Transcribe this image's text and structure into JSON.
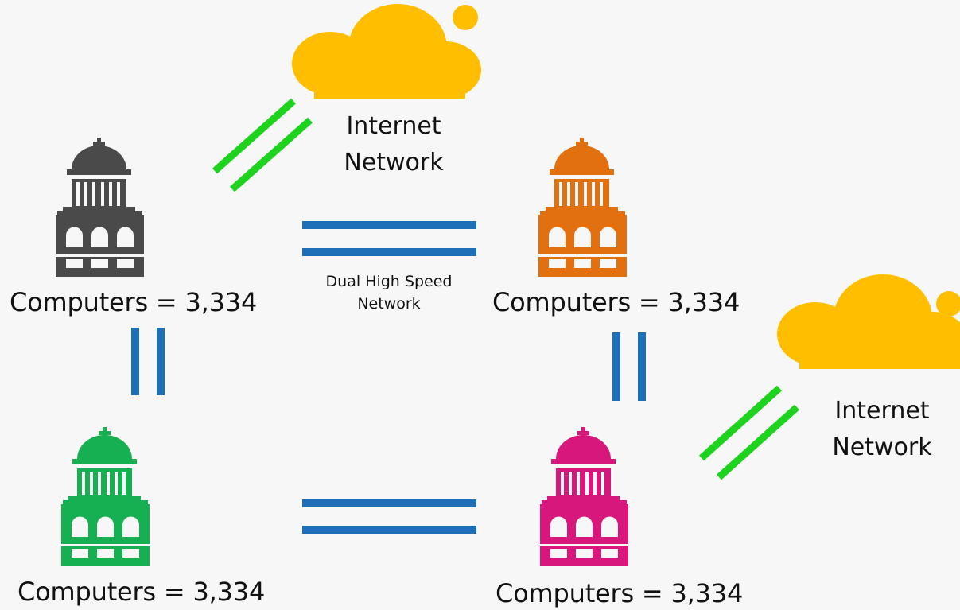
{
  "colors": {
    "background": "#f7f7f7",
    "building_gray": "#4a4a4a",
    "building_orange": "#e3700f",
    "building_green": "#16b052",
    "building_magenta": "#d8177d",
    "cloud": "#ffbf00",
    "link_high_speed": "#1e6fb8",
    "link_internet": "#1ed31e"
  },
  "nodes": [
    {
      "id": "top-left",
      "icon": "building-icon",
      "color": "#4a4a4a",
      "label": "Computers = 3,334"
    },
    {
      "id": "top-right",
      "icon": "building-icon",
      "color": "#e3700f",
      "label": "Computers = 3,334"
    },
    {
      "id": "bottom-left",
      "icon": "building-icon",
      "color": "#16b052",
      "label": "Computers = 3,334"
    },
    {
      "id": "bottom-right",
      "icon": "building-icon",
      "color": "#d8177d",
      "label": "Computers = 3,334"
    }
  ],
  "clouds": [
    {
      "id": "cloud-top",
      "icon": "cloud-icon",
      "line1": "Internet",
      "line2": "Network"
    },
    {
      "id": "cloud-right",
      "icon": "cloud-icon",
      "line1": "Internet",
      "line2": "Network"
    }
  ],
  "links": {
    "high_speed_label_line1": "Dual High Speed",
    "high_speed_label_line2": "Network"
  }
}
